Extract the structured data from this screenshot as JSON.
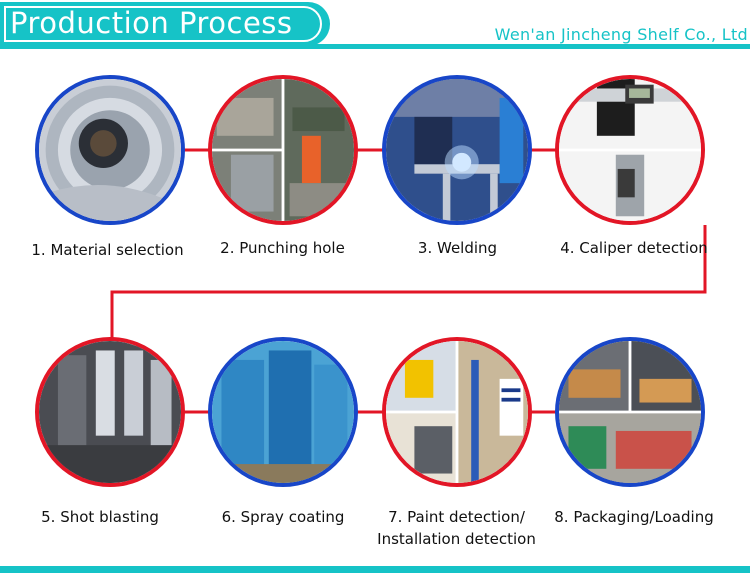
{
  "header": {
    "title": "Production Process",
    "company": "Wen'an Jincheng Shelf Co., Ltd"
  },
  "colors": {
    "accent": "#16c3c7",
    "blue_ring": "#1846c8",
    "red_ring": "#e21626"
  },
  "steps": [
    {
      "label": "1. Material selection",
      "ring": "blue"
    },
    {
      "label": "2. Punching  hole",
      "ring": "red"
    },
    {
      "label": "3. Welding",
      "ring": "blue"
    },
    {
      "label": "4. Caliper detection",
      "ring": "red"
    },
    {
      "label": "5. Shot blasting",
      "ring": "red"
    },
    {
      "label": "6. Spray coating",
      "ring": "blue"
    },
    {
      "label_line1": "7. Paint detection/",
      "label_line2": "Installation detection",
      "ring": "red"
    },
    {
      "label": "8. Packaging/Loading",
      "ring": "blue"
    }
  ]
}
